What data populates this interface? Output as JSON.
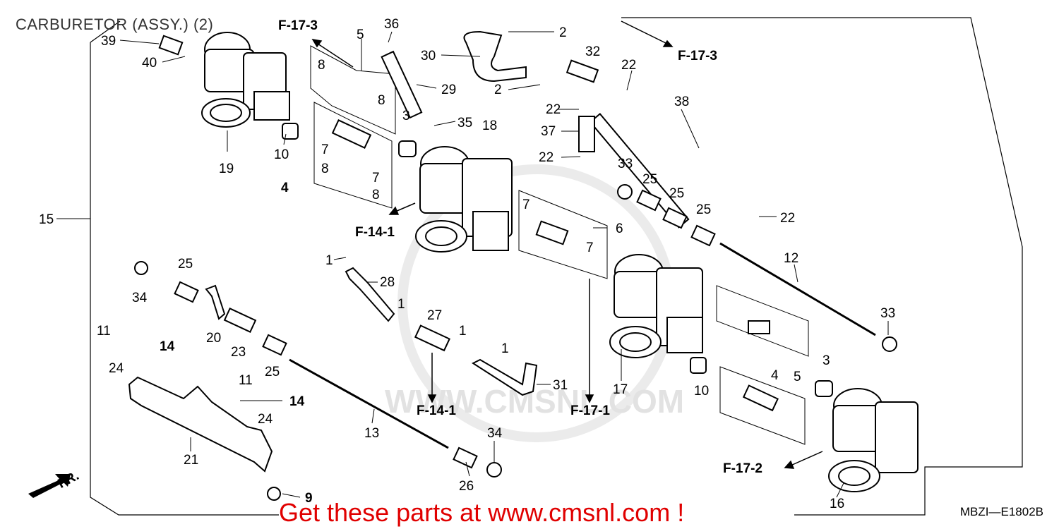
{
  "title": "CARBURETOR (ASSY.) (2)",
  "diagram_code": "MBZI—E1802B",
  "promo": "Get these parts at www.cmsnl.com !",
  "watermark": "WWW.CMSNL.COM",
  "front_marker": "FR.",
  "colors": {
    "promo": "#e00000",
    "line": "#000000",
    "watermark": "#e2e2e2"
  },
  "refs": [
    "F-17-3",
    "F-17-3",
    "F-14-1",
    "F-14-1",
    "F-17-1",
    "F-17-2"
  ],
  "callouts": [
    "39",
    "40",
    "19",
    "10",
    "36",
    "5",
    "8",
    "8",
    "7",
    "8",
    "7",
    "8",
    "4",
    "30",
    "2",
    "2",
    "29",
    "3",
    "35",
    "18",
    "32",
    "22",
    "22",
    "37",
    "22",
    "38",
    "33",
    "25",
    "25",
    "25",
    "22",
    "6",
    "7",
    "7",
    "1",
    "28",
    "12",
    "15",
    "25",
    "34",
    "20",
    "11",
    "14",
    "24",
    "23",
    "25",
    "11",
    "14",
    "24",
    "21",
    "13",
    "27",
    "1",
    "1",
    "1",
    "31",
    "17",
    "10",
    "33",
    "3",
    "5",
    "4",
    "16",
    "34",
    "26",
    "9"
  ]
}
